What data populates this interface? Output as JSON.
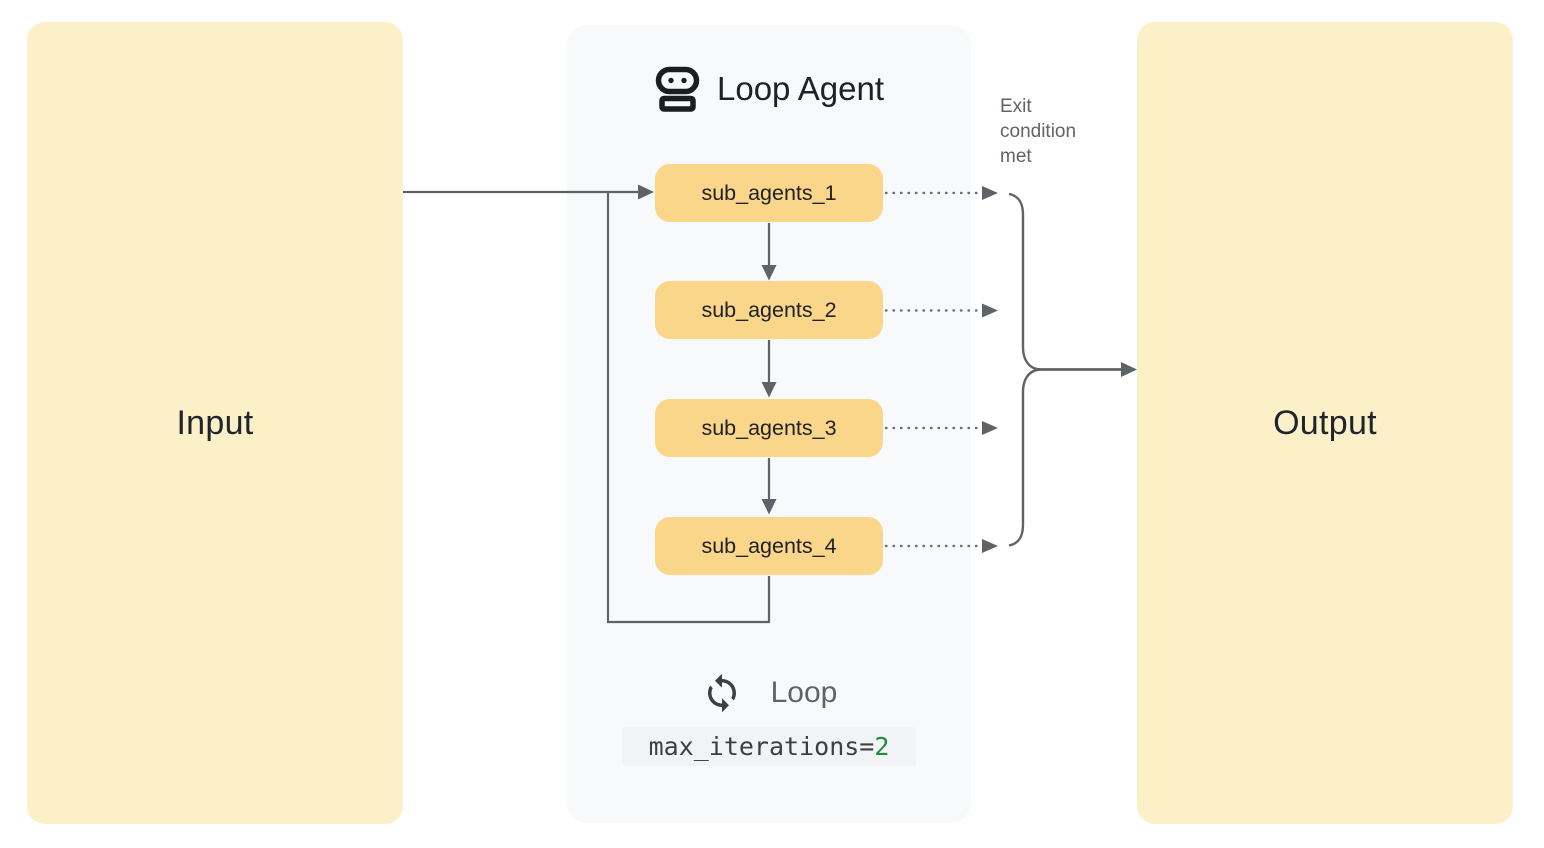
{
  "diagram": {
    "input": {
      "label": "Input"
    },
    "output": {
      "label": "Output"
    },
    "loop_agent": {
      "title": "Loop Agent",
      "sub_agents": [
        {
          "label": "sub_agents_1"
        },
        {
          "label": "sub_agents_2"
        },
        {
          "label": "sub_agents_3"
        },
        {
          "label": "sub_agents_4"
        }
      ],
      "loop": {
        "label": "Loop",
        "code": "max_iterations=",
        "value": "2"
      }
    },
    "annotations": {
      "exit_condition": "Exit condition met"
    },
    "icons": {
      "header": "robot-agent-icon",
      "footer": "loop-sync-icon"
    },
    "colors": {
      "io_box": "#FBF0C8",
      "agent_box": "#F9D689",
      "panel_bg": "#F8F9FA",
      "connector_gray": "#5F6368",
      "text_dark": "#202124",
      "text_gray": "#5F6368",
      "code_bg": "#F1F3F4",
      "code_value_green": "#1E8E3E"
    }
  }
}
